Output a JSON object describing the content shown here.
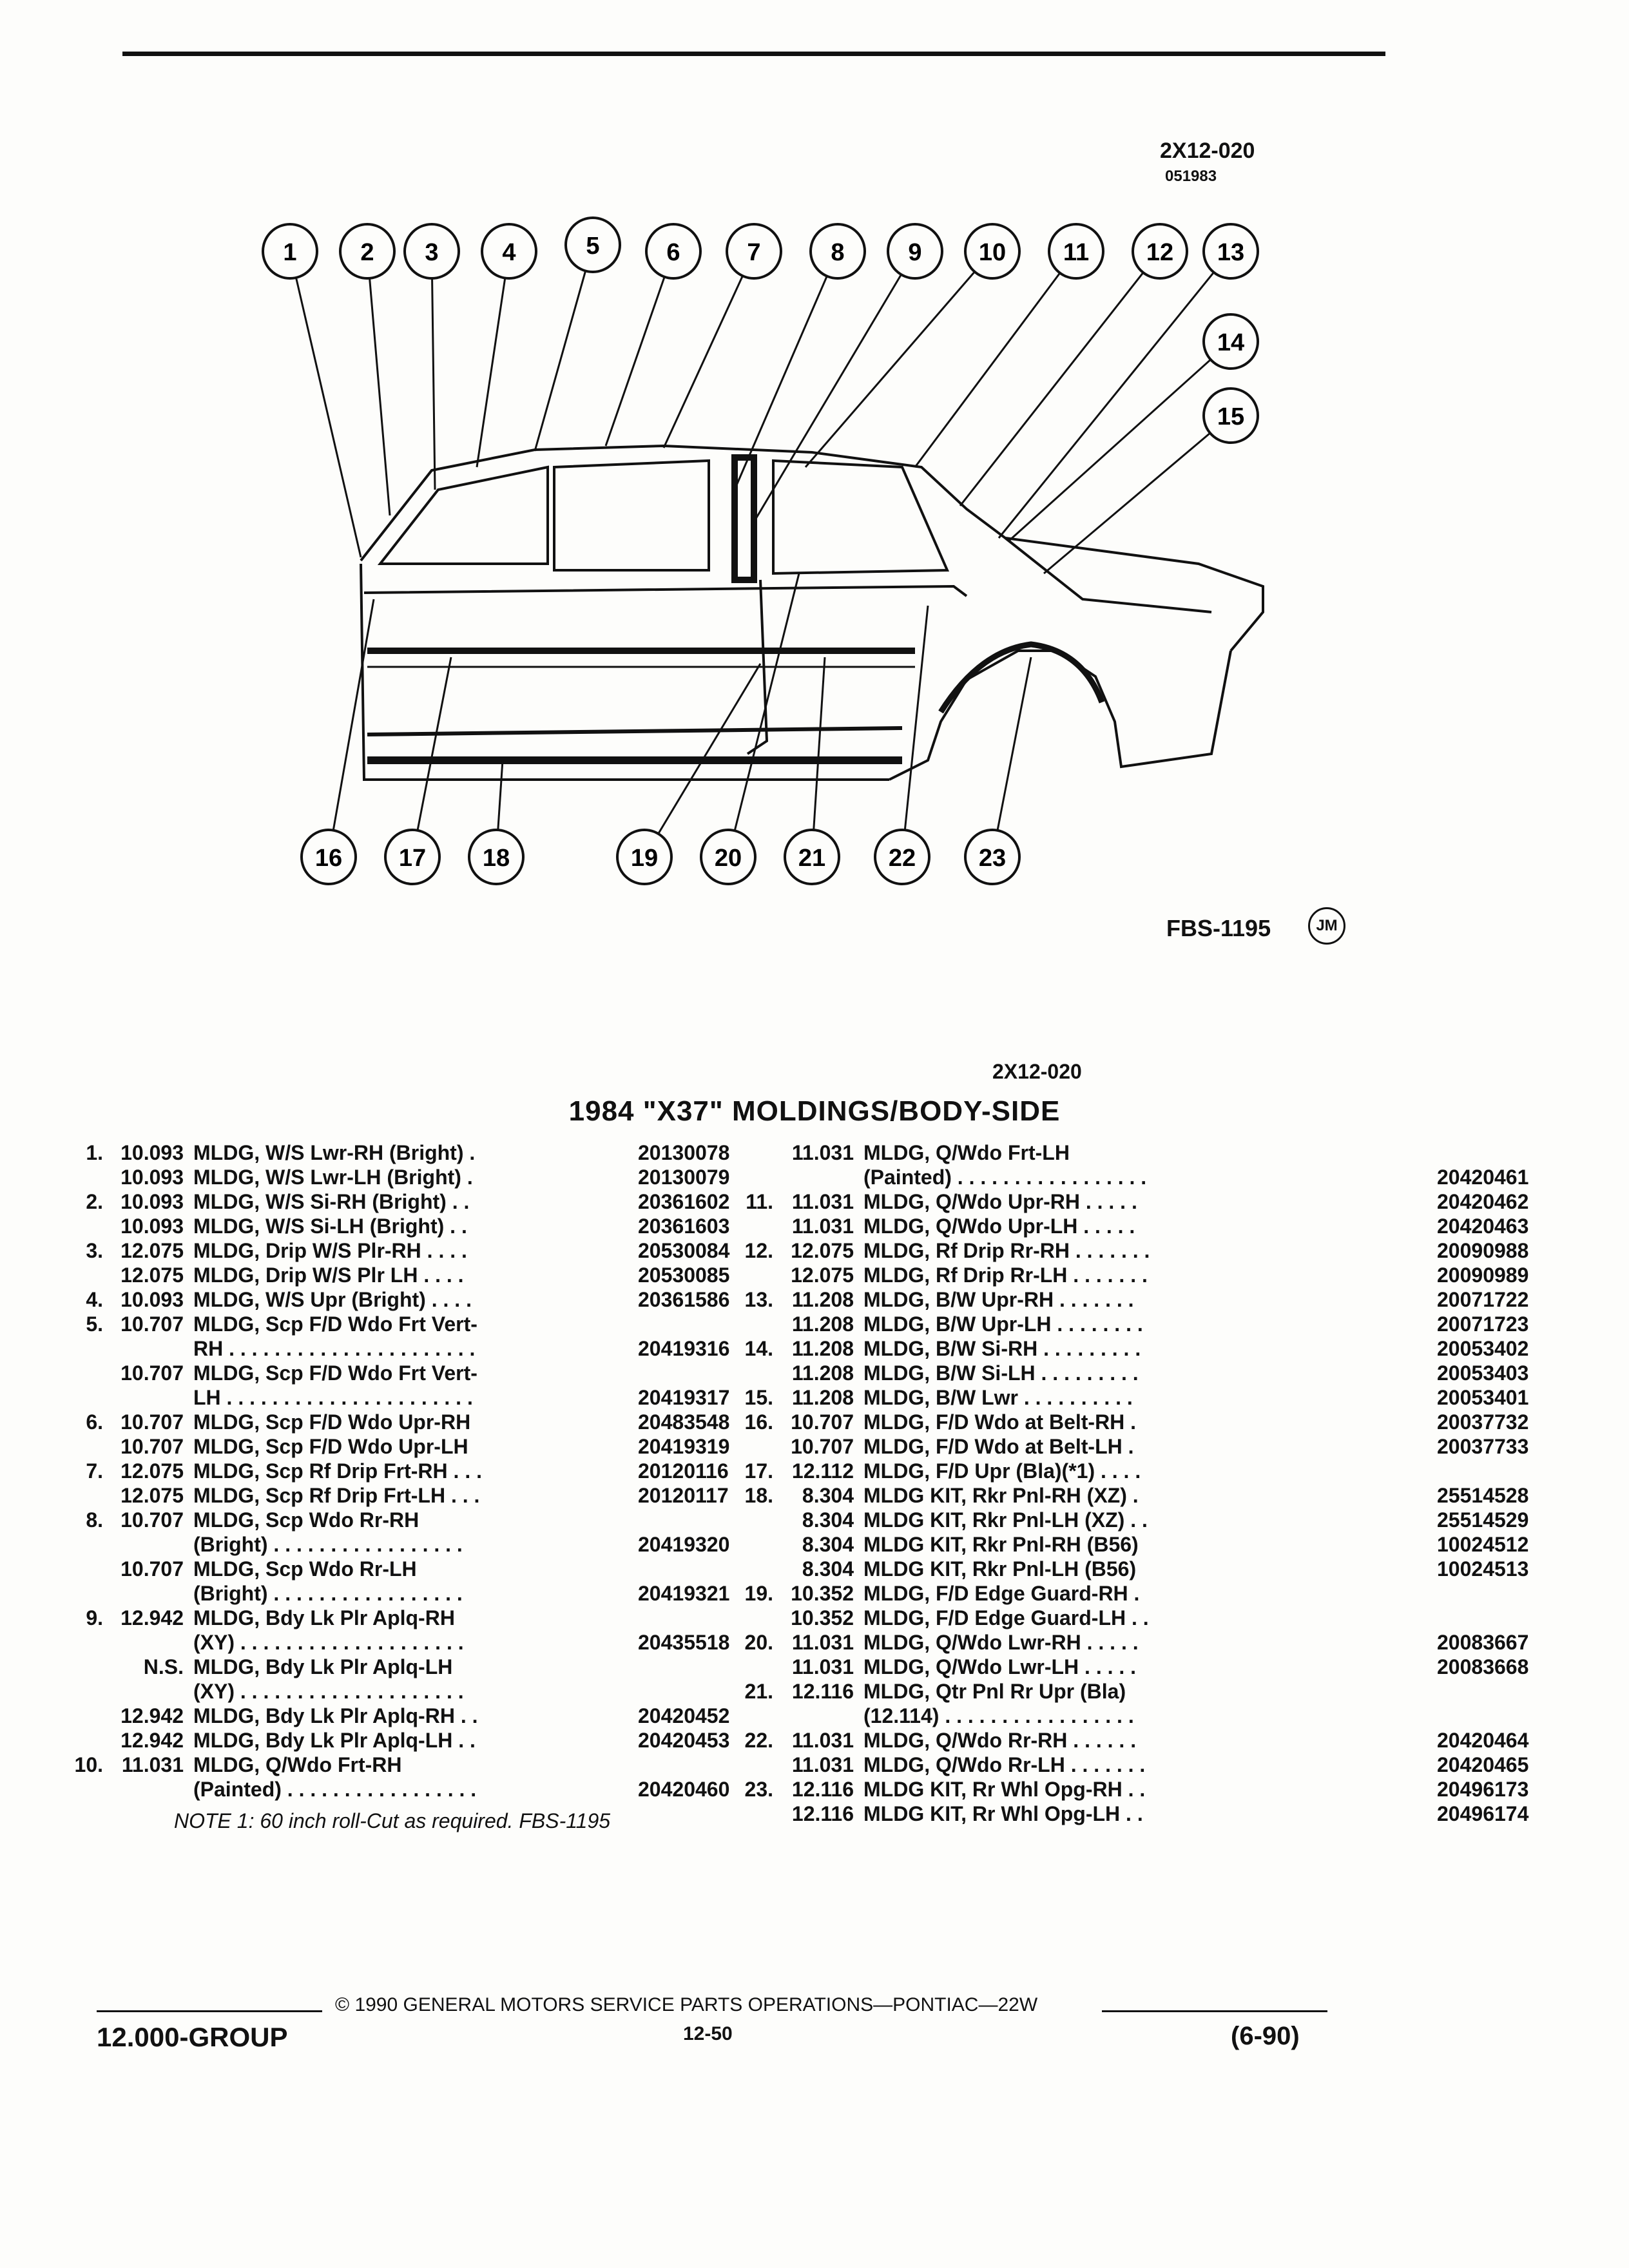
{
  "header": {
    "code": "2X12-020",
    "date_code": "051983"
  },
  "diagram": {
    "callouts": [
      "1",
      "2",
      "3",
      "4",
      "5",
      "6",
      "7",
      "8",
      "9",
      "10",
      "11",
      "12",
      "13",
      "14",
      "15",
      "16",
      "17",
      "18",
      "19",
      "20",
      "21",
      "22",
      "23"
    ],
    "figure_id": "FBS-1195",
    "logo": "JM"
  },
  "section_code": "2X12-020",
  "title": "1984 \"X37\" MOLDINGS/BODY-SIDE",
  "left_rows": [
    {
      "no": "1.",
      "grp": "10.093",
      "desc": "MLDG, W/S Lwr-RH (Bright) .",
      "part": "20130078"
    },
    {
      "no": "",
      "grp": "10.093",
      "desc": "MLDG, W/S Lwr-LH (Bright) .",
      "part": "20130079"
    },
    {
      "no": "2.",
      "grp": "10.093",
      "desc": "MLDG, W/S Si-RH (Bright) . .",
      "part": "20361602"
    },
    {
      "no": "",
      "grp": "10.093",
      "desc": "MLDG, W/S Si-LH (Bright) . .",
      "part": "20361603"
    },
    {
      "no": "3.",
      "grp": "12.075",
      "desc": "MLDG, Drip W/S Plr-RH . . . .",
      "part": "20530084"
    },
    {
      "no": "",
      "grp": "12.075",
      "desc": "MLDG, Drip W/S Plr LH . . . .",
      "part": "20530085"
    },
    {
      "no": "4.",
      "grp": "10.093",
      "desc": "MLDG, W/S Upr (Bright) . . . .",
      "part": "20361586"
    },
    {
      "no": "5.",
      "grp": "10.707",
      "desc": "MLDG, Scp F/D Wdo Frt Vert-",
      "part": ""
    },
    {
      "no": "",
      "grp": "",
      "desc": "RH . . . . . . . . . . . . . . . . . . . . . .",
      "part": "20419316"
    },
    {
      "no": "",
      "grp": "10.707",
      "desc": "MLDG, Scp F/D Wdo Frt Vert-",
      "part": ""
    },
    {
      "no": "",
      "grp": "",
      "desc": "LH . . . . . . . . . . . . . . . . . . . . . .",
      "part": "20419317"
    },
    {
      "no": "6.",
      "grp": "10.707",
      "desc": "MLDG, Scp F/D Wdo Upr-RH",
      "part": "20483548"
    },
    {
      "no": "",
      "grp": "10.707",
      "desc": "MLDG, Scp F/D Wdo Upr-LH",
      "part": "20419319"
    },
    {
      "no": "7.",
      "grp": "12.075",
      "desc": "MLDG, Scp Rf Drip Frt-RH . . .",
      "part": "20120116"
    },
    {
      "no": "",
      "grp": "12.075",
      "desc": "MLDG, Scp Rf Drip Frt-LH . . .",
      "part": "20120117"
    },
    {
      "no": "8.",
      "grp": "10.707",
      "desc": "MLDG, Scp Wdo Rr-RH",
      "part": ""
    },
    {
      "no": "",
      "grp": "",
      "desc": "(Bright) . . . . . . . . . . . . . . . . .",
      "part": "20419320"
    },
    {
      "no": "",
      "grp": "10.707",
      "desc": "MLDG, Scp Wdo Rr-LH",
      "part": ""
    },
    {
      "no": "",
      "grp": "",
      "desc": "(Bright) . . . . . . . . . . . . . . . . .",
      "part": "20419321"
    },
    {
      "no": "9.",
      "grp": "12.942",
      "desc": "MLDG, Bdy Lk Plr Aplq-RH",
      "part": ""
    },
    {
      "no": "",
      "grp": "",
      "desc": "(XY) . . . . . . . . . . . . . . . . . . . .",
      "part": "20435518"
    },
    {
      "no": "",
      "grp": "N.S.",
      "desc": "MLDG, Bdy Lk Plr Aplq-LH",
      "part": ""
    },
    {
      "no": "",
      "grp": "",
      "desc": "(XY) . . . . . . . . . . . . . . . . . . . .",
      "part": ""
    },
    {
      "no": "",
      "grp": "12.942",
      "desc": "MLDG, Bdy Lk Plr Aplq-RH . .",
      "part": "20420452"
    },
    {
      "no": "",
      "grp": "12.942",
      "desc": "MLDG, Bdy Lk Plr Aplq-LH . .",
      "part": "20420453"
    },
    {
      "no": "10.",
      "grp": "11.031",
      "desc": "MLDG, Q/Wdo Frt-RH",
      "part": ""
    },
    {
      "no": "",
      "grp": "",
      "desc": "(Painted) . . . . . . . . . . . . . . . . .",
      "part": "20420460"
    }
  ],
  "right_rows": [
    {
      "no": "",
      "grp": "11.031",
      "desc": "MLDG, Q/Wdo Frt-LH",
      "part": ""
    },
    {
      "no": "",
      "grp": "",
      "desc": "(Painted) . . . . . . . . . . . . . . . . .",
      "part": "20420461"
    },
    {
      "no": "11.",
      "grp": "11.031",
      "desc": "MLDG, Q/Wdo Upr-RH . . . . .",
      "part": "20420462"
    },
    {
      "no": "",
      "grp": "11.031",
      "desc": "MLDG, Q/Wdo Upr-LH . . . . .",
      "part": "20420463"
    },
    {
      "no": "12.",
      "grp": "12.075",
      "desc": "MLDG, Rf Drip Rr-RH . . . . . . .",
      "part": "20090988"
    },
    {
      "no": "",
      "grp": "12.075",
      "desc": "MLDG, Rf Drip Rr-LH . . . . . . .",
      "part": "20090989"
    },
    {
      "no": "13.",
      "grp": "11.208",
      "desc": "MLDG, B/W Upr-RH . . . . . . .",
      "part": "20071722"
    },
    {
      "no": "",
      "grp": "11.208",
      "desc": "MLDG, B/W Upr-LH . . . . . . . .",
      "part": "20071723"
    },
    {
      "no": "14.",
      "grp": "11.208",
      "desc": "MLDG, B/W Si-RH . . . . . . . . .",
      "part": "20053402"
    },
    {
      "no": "",
      "grp": "11.208",
      "desc": "MLDG, B/W Si-LH . . . . . . . . .",
      "part": "20053403"
    },
    {
      "no": "15.",
      "grp": "11.208",
      "desc": "MLDG, B/W Lwr . . . . . . . . . .",
      "part": "20053401"
    },
    {
      "no": "16.",
      "grp": "10.707",
      "desc": "MLDG, F/D Wdo at Belt-RH .",
      "part": "20037732"
    },
    {
      "no": "",
      "grp": "10.707",
      "desc": "MLDG, F/D Wdo at Belt-LH .",
      "part": "20037733"
    },
    {
      "no": "17.",
      "grp": "12.112",
      "desc": "MLDG, F/D Upr (Bla)(*1) . . . .",
      "part": ""
    },
    {
      "no": "18.",
      "grp": "8.304",
      "desc": "MLDG KIT, Rkr Pnl-RH (XZ) .",
      "part": "25514528"
    },
    {
      "no": "",
      "grp": "8.304",
      "desc": "MLDG KIT, Rkr Pnl-LH (XZ) . .",
      "part": "25514529"
    },
    {
      "no": "",
      "grp": "8.304",
      "desc": "MLDG KIT, Rkr Pnl-RH (B56)",
      "part": "10024512"
    },
    {
      "no": "",
      "grp": "8.304",
      "desc": "MLDG KIT, Rkr Pnl-LH (B56)",
      "part": "10024513"
    },
    {
      "no": "19.",
      "grp": "10.352",
      "desc": "MLDG, F/D Edge Guard-RH .",
      "part": ""
    },
    {
      "no": "",
      "grp": "10.352",
      "desc": "MLDG, F/D Edge Guard-LH . .",
      "part": ""
    },
    {
      "no": "20.",
      "grp": "11.031",
      "desc": "MLDG, Q/Wdo Lwr-RH . . . . .",
      "part": "20083667"
    },
    {
      "no": "",
      "grp": "11.031",
      "desc": "MLDG, Q/Wdo Lwr-LH . . . . .",
      "part": "20083668"
    },
    {
      "no": "21.",
      "grp": "12.116",
      "desc": "MLDG, Qtr Pnl Rr Upr (Bla)",
      "part": ""
    },
    {
      "no": "",
      "grp": "",
      "desc": "(12.114) . . . . . . . . . . . . . . . . .",
      "part": ""
    },
    {
      "no": "22.",
      "grp": "11.031",
      "desc": "MLDG, Q/Wdo Rr-RH . . . . . .",
      "part": "20420464"
    },
    {
      "no": "",
      "grp": "11.031",
      "desc": "MLDG, Q/Wdo Rr-LH . . . . . . .",
      "part": "20420465"
    },
    {
      "no": "23.",
      "grp": "12.116",
      "desc": "MLDG KIT, Rr Whl Opg-RH . .",
      "part": "20496173"
    },
    {
      "no": "",
      "grp": "12.116",
      "desc": "MLDG KIT, Rr Whl Opg-LH . .",
      "part": "20496174"
    }
  ],
  "note": "NOTE 1: 60 inch roll-Cut as required. FBS-1195",
  "footer": {
    "copyright": "© 1990 GENERAL MOTORS SERVICE PARTS OPERATIONS—PONTIAC—22W",
    "group": "12.000-GROUP",
    "page": "12-50",
    "edition": "(6-90)"
  }
}
